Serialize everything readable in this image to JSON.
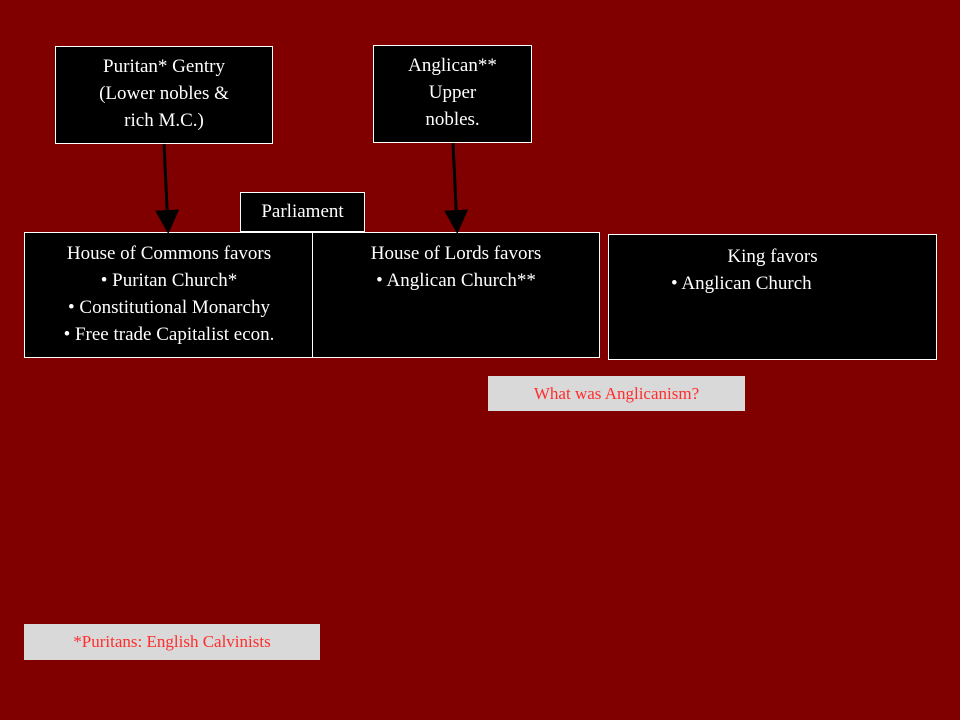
{
  "boxes": {
    "puritan_gentry": {
      "lines": [
        "Puritan* Gentry",
        "(Lower nobles &",
        "rich M.C.)"
      ]
    },
    "anglican_nobles": {
      "lines": [
        "Anglican**",
        "Upper",
        "nobles."
      ]
    },
    "parliament": {
      "label": "Parliament"
    },
    "house_of_commons": {
      "title": "House of Commons favors",
      "items": [
        "• Puritan Church*",
        "• Constitutional Monarchy",
        "• Free trade Capitalist econ."
      ]
    },
    "house_of_lords": {
      "title": "House of Lords favors",
      "items": [
        "• Anglican Church**"
      ]
    },
    "king": {
      "title": "King favors",
      "items": [
        "• Anglican Church"
      ]
    }
  },
  "notes": {
    "anglicanism_question": "What was Anglicanism?",
    "puritans_footnote": "*Puritans: English Calvinists"
  },
  "colors": {
    "background": "#800000",
    "box_fill": "#000000",
    "box_border": "#ffffff",
    "note_fill": "#d9d9d9",
    "note_text": "#ff2d2d"
  }
}
